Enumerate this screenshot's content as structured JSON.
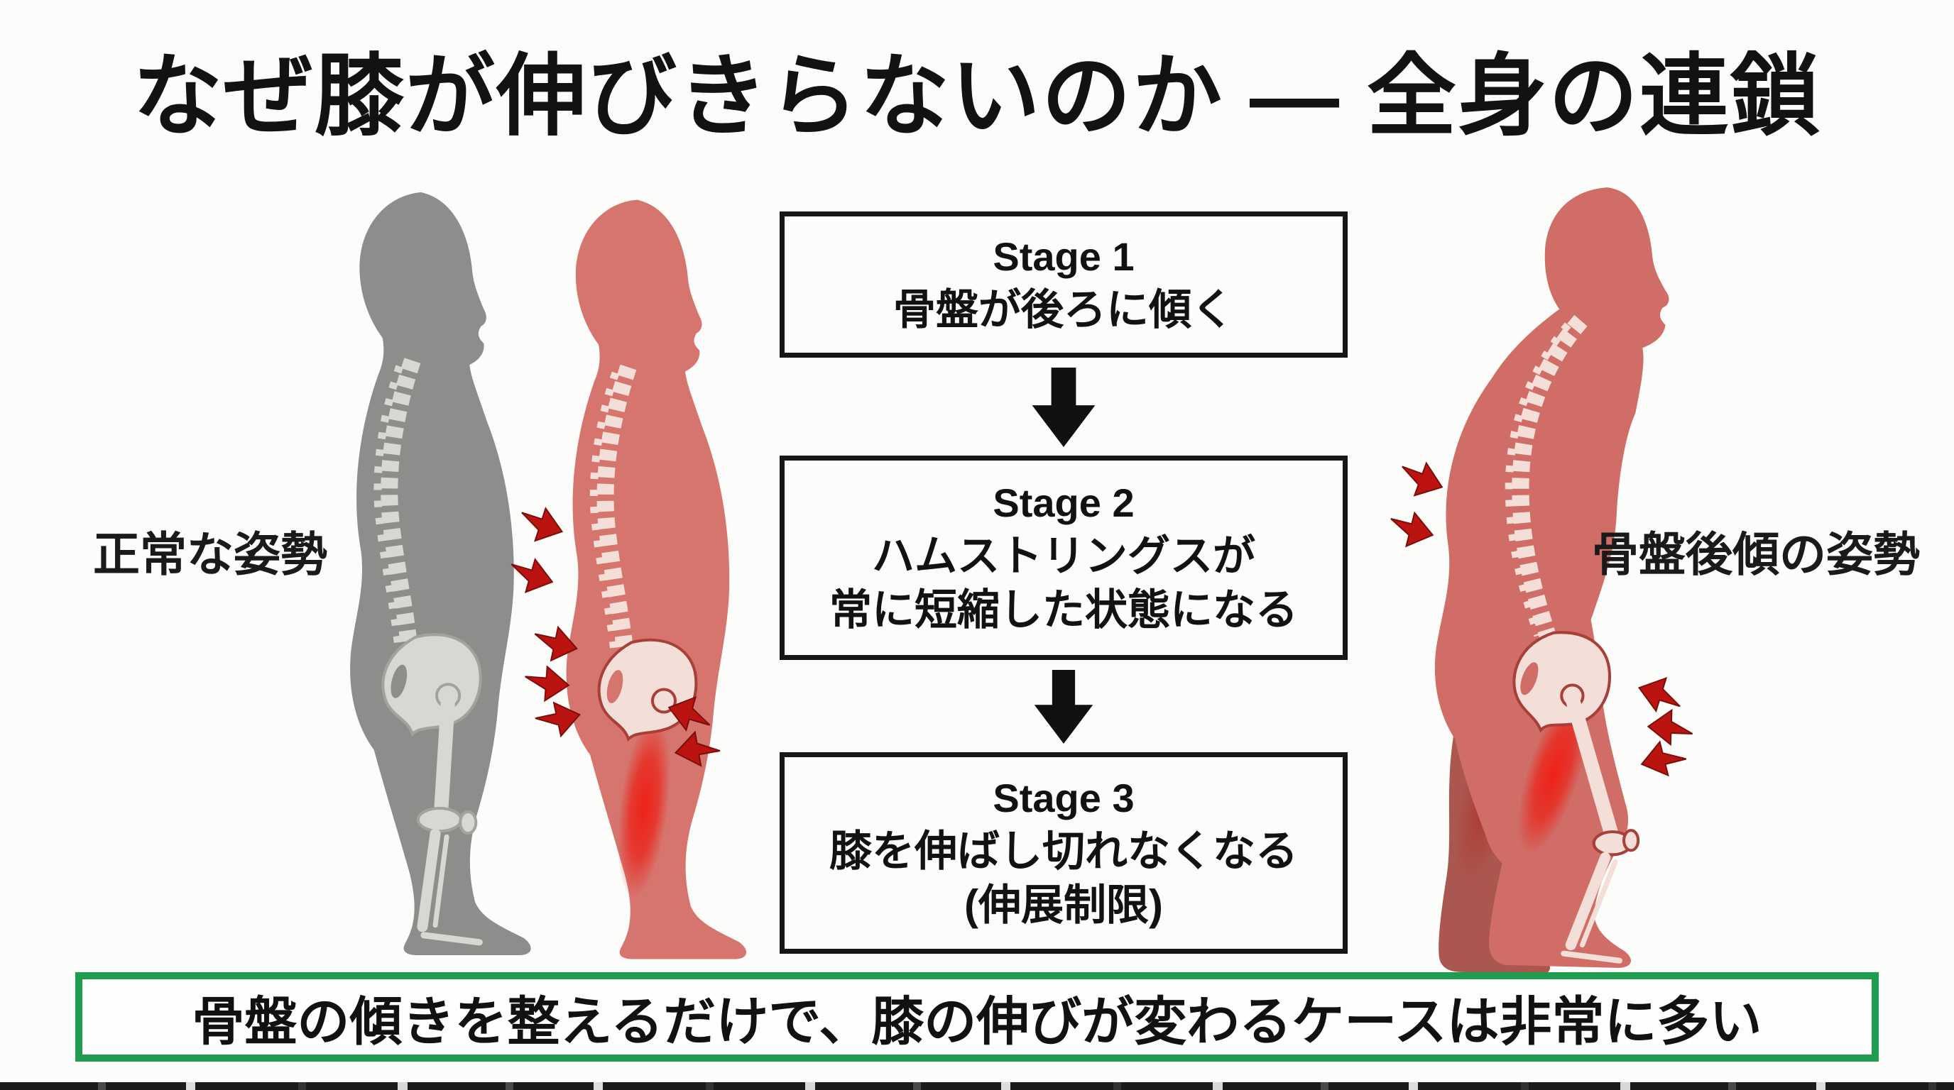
{
  "title": "なぜ膝が伸びきらないのか ― 全身の連鎖",
  "figures": {
    "normal": {
      "label": "正常な姿勢"
    },
    "hunched": {
      "label": "骨盤後傾の姿勢"
    }
  },
  "flow": {
    "stages": [
      {
        "title": "Stage 1",
        "lines": [
          "骨盤が後ろに傾く"
        ]
      },
      {
        "title": "Stage 2",
        "lines": [
          "ハムストリングスが",
          "常に短縮した状態になる"
        ]
      },
      {
        "title": "Stage 3",
        "lines": [
          "膝を伸ばし切れなくなる",
          "(伸展制限)"
        ]
      }
    ]
  },
  "conclusion": {
    "text": "骨盤の傾きを整えるだけで、膝の伸びが変わるケースは非常に多い"
  },
  "icons": {
    "down_arrow": "black block arrow pointing down between stages",
    "pressure_arrow": "dark red block arrow pointing at pelvis / hamstring / knee"
  },
  "colors": {
    "ink": "#121212",
    "bg": "#fcfcfa",
    "body-gray": "#8e8d8c",
    "bone-gray": "#d8d7d4",
    "bone-gray-edge": "#a3a29e",
    "body-salmon": "#d5756e",
    "bone-pink": "#f3ded8",
    "bone-pink-edge": "#a83f38",
    "body-salmon-dark": "#cf6d66",
    "back-leg": "#a9574f",
    "arrow-red": "#bb1410",
    "highlight-red": "#ee1d14",
    "green": "#1f9c4d",
    "box-border": "#161616"
  }
}
